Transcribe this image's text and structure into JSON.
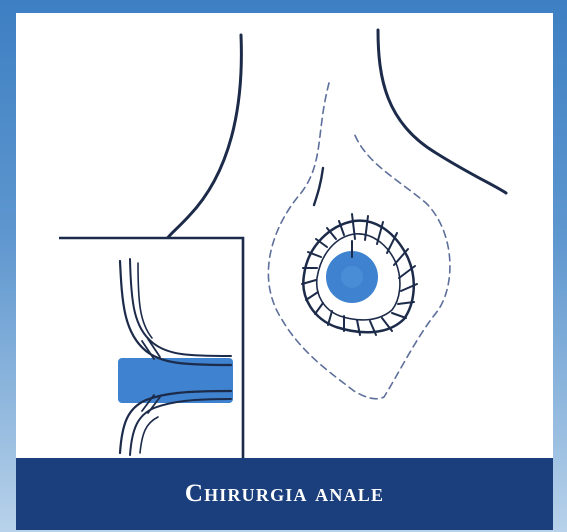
{
  "caption": {
    "text": "Chirurgia anale"
  },
  "colors": {
    "background_top": "#3d7fc3",
    "background_bottom": "#b8d2ea",
    "caption_bar": "#1b3e7c",
    "accent_fill": "#3f82cf",
    "line": "#1d2b4a"
  },
  "figure": {
    "main_view": "perineal-view-stitched-anal-wound",
    "inset_view": "cross-section-of-anal-canal"
  }
}
